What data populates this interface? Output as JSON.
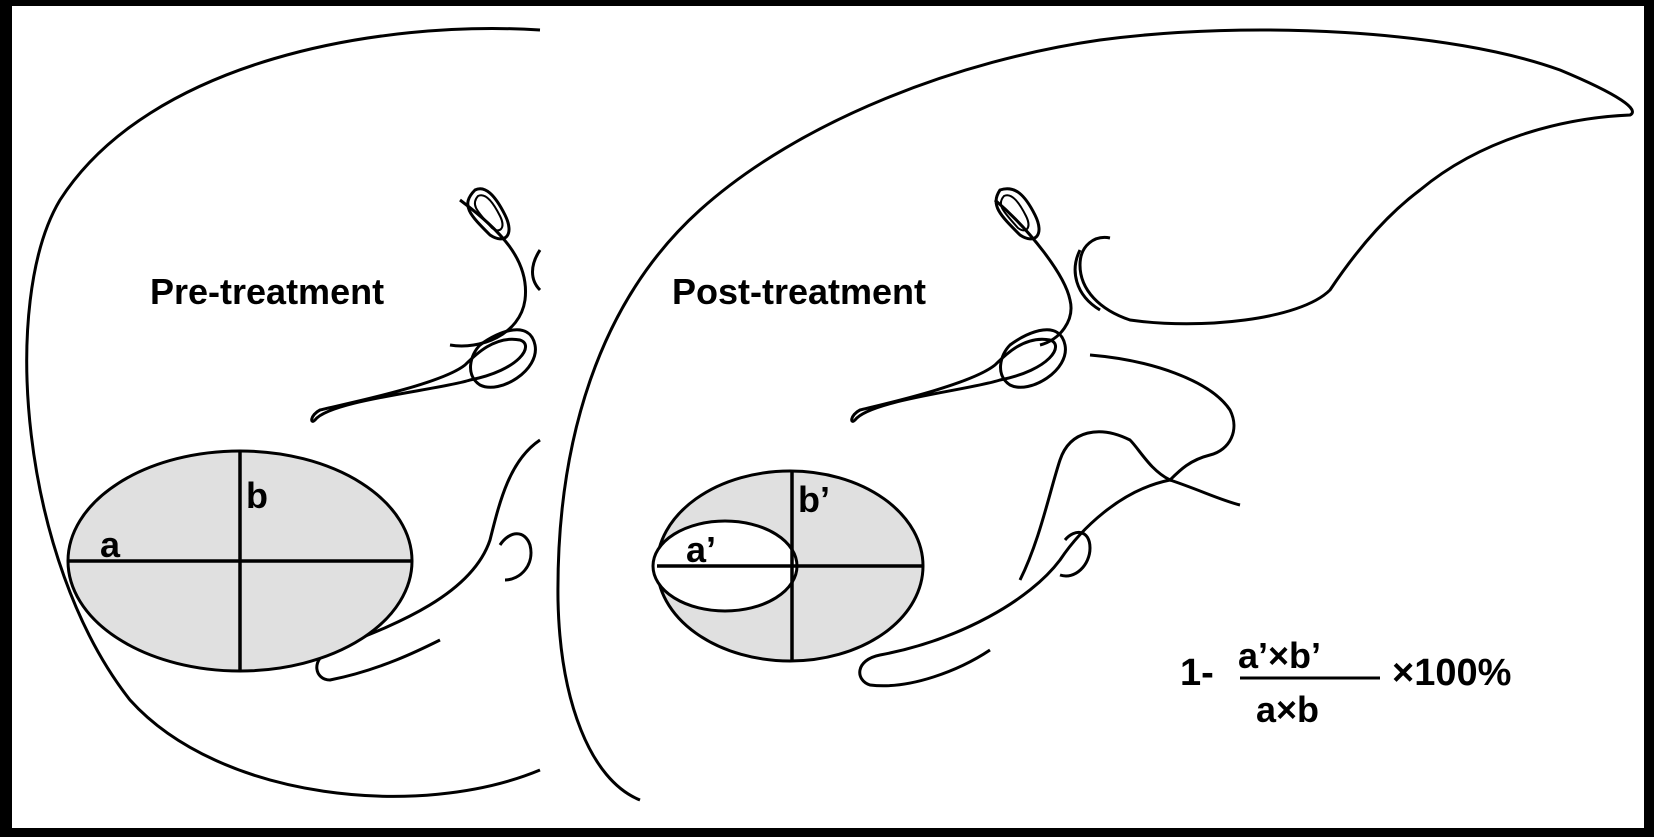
{
  "panels": {
    "pre": {
      "title": "Pre-treatment",
      "axis_a": "a",
      "axis_b": "b"
    },
    "post": {
      "title": "Post-treatment",
      "axis_a": "a’",
      "axis_b": "b’"
    }
  },
  "formula": {
    "prefix": "1-",
    "numerator": "a’×b’",
    "denominator": "a×b",
    "suffix": "×100%"
  },
  "colors": {
    "frame": "#000000",
    "background": "#ffffff",
    "lesion_fill": "#e0e0e0",
    "outline": "#000000"
  }
}
